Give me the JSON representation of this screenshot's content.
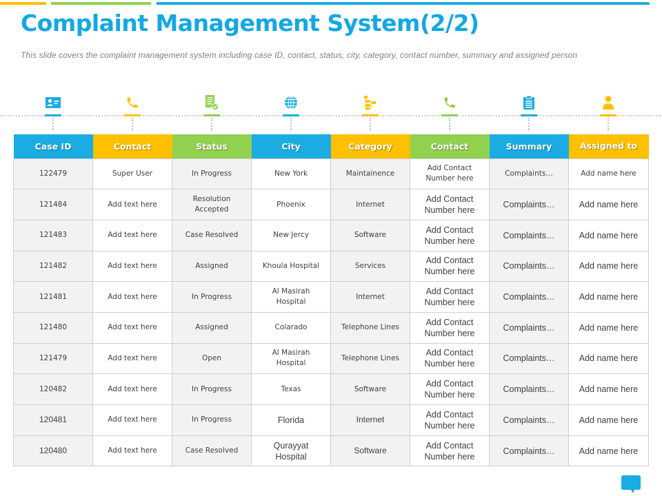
{
  "header": {
    "title": "Complaint Management System(2/2)",
    "subtitle": "This slide covers the complaint management  system including case ID, contact, status, city, category, contact number, summary and assigned person"
  },
  "colors": {
    "blue": "#1AACE3",
    "yellow": "#FFC000",
    "green": "#92D050",
    "title": "#14A8E3",
    "cell_gray": "#F2F2F2",
    "border": "#CFCFCF"
  },
  "columns": [
    {
      "label": "Case ID",
      "icon": "id-card-icon",
      "color": "#1AACE3"
    },
    {
      "label": "Contact",
      "icon": "phone-icon",
      "color": "#FFC000"
    },
    {
      "label": "Status",
      "icon": "document-check-icon",
      "color": "#92D050"
    },
    {
      "label": "City",
      "icon": "globe-icon",
      "color": "#1AACE3"
    },
    {
      "label": "Category",
      "icon": "hierarchy-icon",
      "color": "#FFC000"
    },
    {
      "label": "Contact",
      "icon": "phone-icon",
      "color": "#92D050"
    },
    {
      "label": "Summary",
      "icon": "clipboard-icon",
      "color": "#1AACE3"
    },
    {
      "label": "Assigned to",
      "icon": "user-icon",
      "color": "#FFC000"
    }
  ],
  "rows": [
    {
      "case_id": "122479",
      "contact": "Super User",
      "status": "In Progress",
      "city": "New York",
      "category": "Maintainence",
      "contact_number": "Add Contact Number here",
      "summary": "Complaints…",
      "assigned_to": "Add name here"
    },
    {
      "case_id": "121484",
      "contact": "Add text here",
      "status": "Resolution Accepted",
      "city": "Phoenix",
      "category": "Internet",
      "contact_number": "Add Contact Number here",
      "summary": "Complaints…",
      "assigned_to": "Add name here"
    },
    {
      "case_id": "121483",
      "contact": "Add text here",
      "status": "Case Resolved",
      "city": "New Jercy",
      "category": "Software",
      "contact_number": "Add Contact Number here",
      "summary": "Complaints…",
      "assigned_to": "Add name here"
    },
    {
      "case_id": "121482",
      "contact": "Add text here",
      "status": "Assigned",
      "city": "Khoula Hospital",
      "category": "Services",
      "contact_number": "Add Contact Number here",
      "summary": "Complaints…",
      "assigned_to": "Add name here"
    },
    {
      "case_id": "121481",
      "contact": "Add text here",
      "status": "In Progress",
      "city": "Al Masirah Hospital",
      "category": "Internet",
      "contact_number": "Add Contact Number here",
      "summary": "Complaints…",
      "assigned_to": "Add name here"
    },
    {
      "case_id": "121480",
      "contact": "Add text here",
      "status": "Assigned",
      "city": "Colarado",
      "category": "Telephone Lines",
      "contact_number": "Add Contact Number here",
      "summary": "Complaints…",
      "assigned_to": "Add name here"
    },
    {
      "case_id": "121479",
      "contact": "Add text here",
      "status": "Open",
      "city": "Al Masirah Hospital",
      "category": "Telephone Lines",
      "contact_number": "Add Contact Number here",
      "summary": "Complaints…",
      "assigned_to": "Add name here"
    },
    {
      "case_id": "120482",
      "contact": "Add text here",
      "status": "In Progress",
      "city": "Texas",
      "category": "Software",
      "contact_number": "Add Contact Number here",
      "summary": "Complaints…",
      "assigned_to": "Add name here"
    },
    {
      "case_id": "120481",
      "contact": "Add text here",
      "status": "In Progress",
      "city": "Florida",
      "category": "Internet",
      "contact_number": "Add Contact Number here",
      "summary": "Complaints…",
      "assigned_to": "Add name here"
    },
    {
      "case_id": "120480",
      "contact": "Add text here",
      "status": "Case Resolved",
      "city": "Qurayyat Hospital",
      "category": "Software",
      "contact_number": "Add Contact Number here",
      "summary": "Complaints…",
      "assigned_to": "Add name here"
    }
  ],
  "footer": {
    "icon": "chat-bubble-icon"
  }
}
